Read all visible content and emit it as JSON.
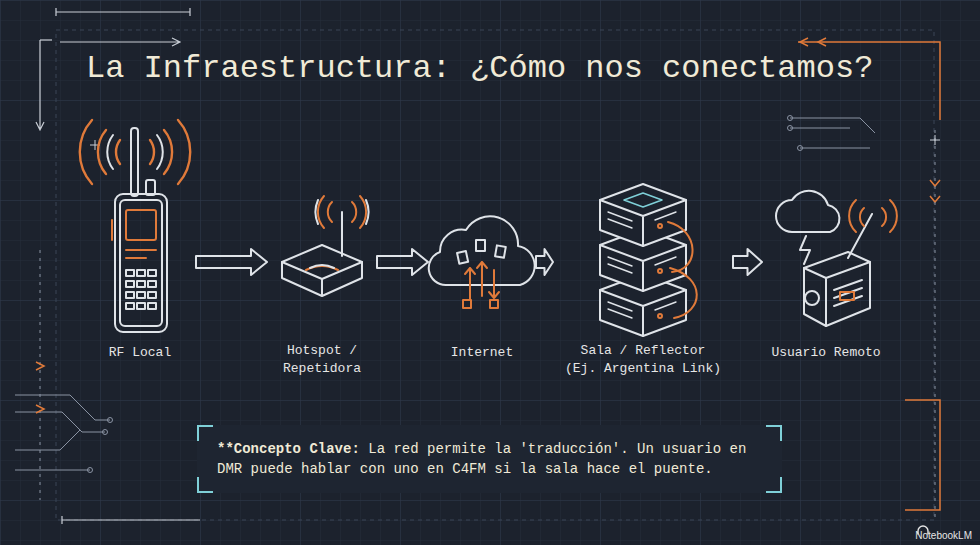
{
  "diagram": {
    "title": "La Infraestructura: ¿Cómo nos conectamos?",
    "nodes": [
      {
        "text": [
          "RF Local"
        ]
      },
      {
        "text": [
          "Hotspot / Repetidora"
        ]
      },
      {
        "text": [
          "Internet"
        ]
      },
      {
        "text": [
          "Sala / Reflector (Ej. Argentina Link)"
        ]
      },
      {
        "text": [
          "Usuario Remoto"
        ]
      },
      {
        "text": [
          "**Concepto Clave:",
          "La red permite la 'traducción'. Un usuario en DMR puede hablar con uno en C4FM si la sala hace el puente."
        ]
      }
    ],
    "edges": [
      {
        "from": 0,
        "to": 1,
        "arrow": "to"
      },
      {
        "from": 1,
        "to": 2,
        "arrow": "to"
      },
      {
        "from": 2,
        "to": 3,
        "arrow": "to"
      },
      {
        "from": 3,
        "to": 4,
        "arrow": "to"
      }
    ],
    "labels": [
      "NotebookLM"
    ]
  }
}
